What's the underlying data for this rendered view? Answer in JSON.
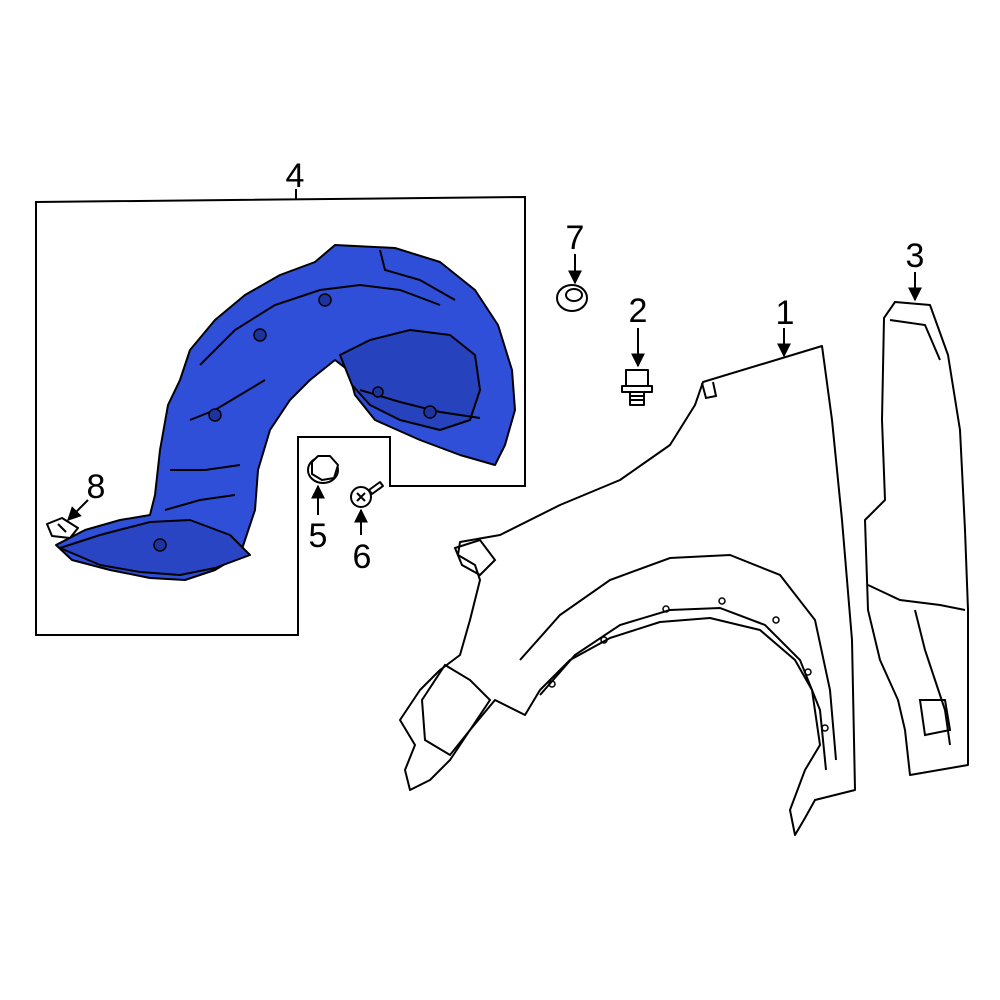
{
  "callouts": {
    "c1": "1",
    "c2": "2",
    "c3": "3",
    "c4": "4",
    "c5": "5",
    "c6": "6",
    "c7": "7",
    "c8": "8"
  },
  "colors": {
    "highlight": "#2f4fd8",
    "line": "#000000",
    "background": "#ffffff"
  }
}
